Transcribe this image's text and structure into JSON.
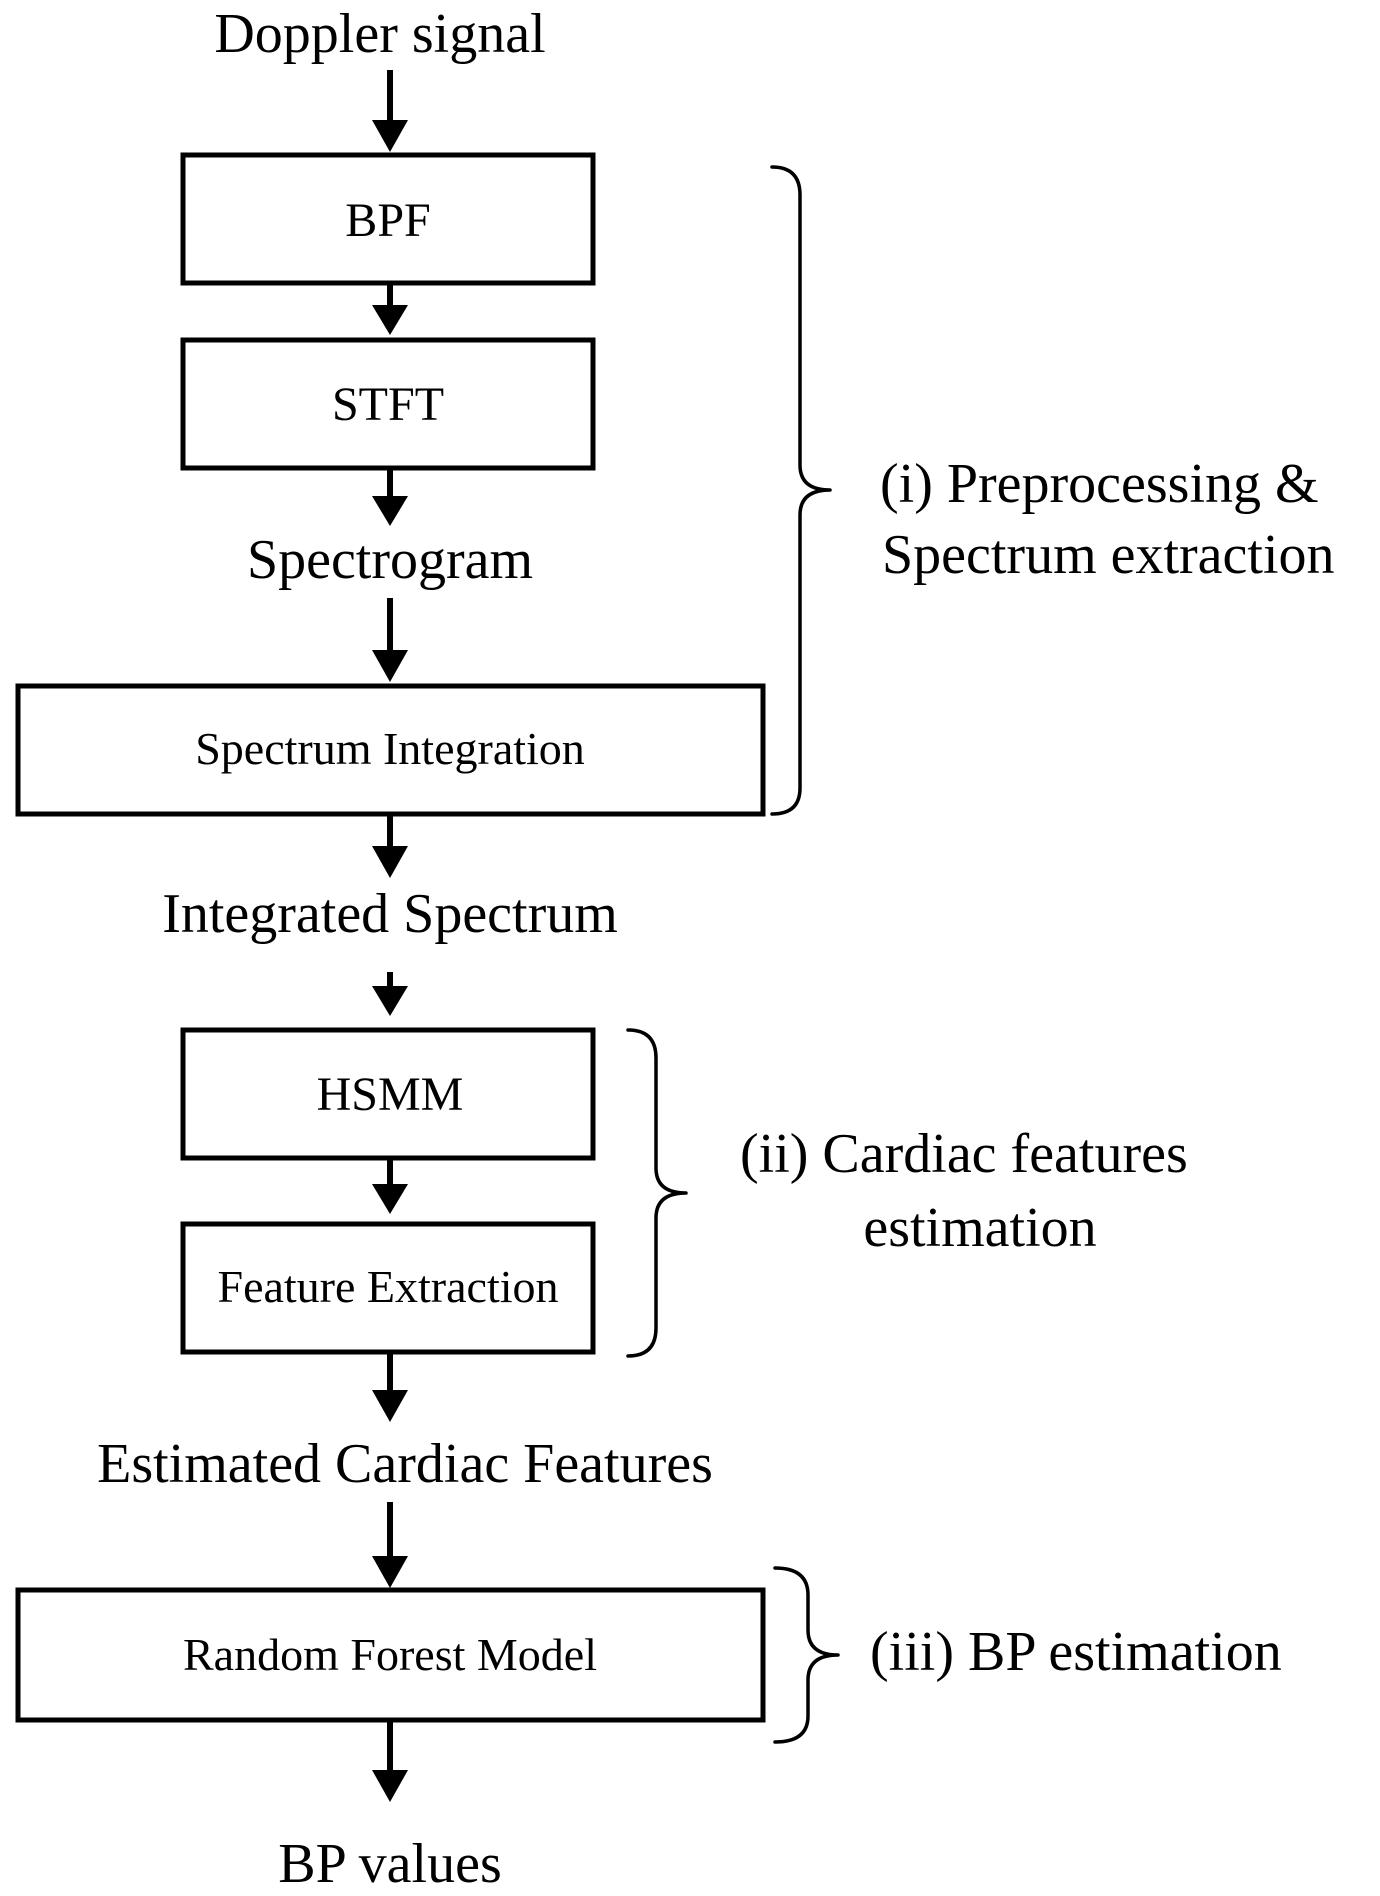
{
  "diagram": {
    "labels": {
      "input": "Doppler signal",
      "spectrogram": "Spectrogram",
      "integrated": "Integrated Spectrum",
      "estimated": "Estimated Cardiac Features",
      "output": "BP values"
    },
    "boxes": {
      "bpf": "BPF",
      "stft": "STFT",
      "spectrum_integration": "Spectrum Integration",
      "hsmm": "HSMM",
      "feature_extraction": "Feature Extraction",
      "random_forest": "Random Forest Model"
    },
    "stages": {
      "stage1_line1": "(i) Preprocessing &",
      "stage1_line2": "Spectrum extraction",
      "stage2_line1": "(ii) Cardiac features",
      "stage2_line2": "estimation",
      "stage3": "(iii) BP estimation"
    }
  }
}
